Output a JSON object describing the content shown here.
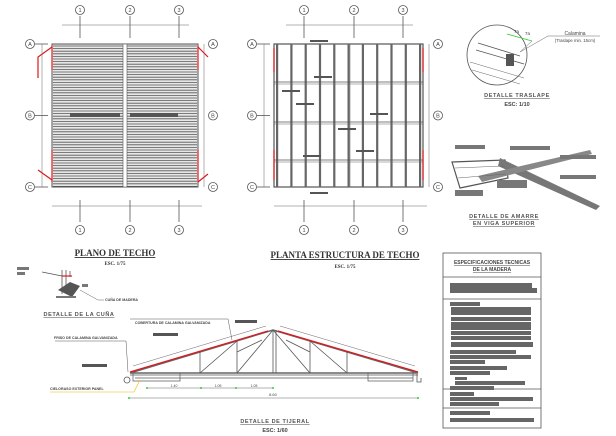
{
  "colors": {
    "line": "#555555",
    "accent_red": "#e0161b",
    "dim_green": "#33cc33",
    "title_underline": "#c89640"
  },
  "plano_techo": {
    "title": "PLANO DE TECHO",
    "scale": "ESC. 1/75",
    "axes_columns": [
      "1",
      "2",
      "3"
    ],
    "axes_rows": [
      "A",
      "B",
      "C"
    ]
  },
  "planta_estructura": {
    "title": "PLANTA ESTRUCTURA DE TECHO",
    "scale": "ESC. 1/75",
    "axes_columns": [
      "1",
      "2",
      "3"
    ],
    "axes_rows": [
      "A",
      "B",
      "C"
    ]
  },
  "detalle_traslape": {
    "title": "DETALLE TRASLAPE",
    "scale": "ESC: 1/10",
    "label_1": "Calamina",
    "label_2": "(Traslape min. 15cm)",
    "dims": [
      "7a",
      "7a"
    ]
  },
  "detalle_amarre": {
    "title_line1": "DETALLE DE AMARRE",
    "title_line2": "EN VIGA SUPERIOR"
  },
  "detalle_cuna": {
    "title": "DETALLE DE LA CUÑA",
    "label_cuna": "CUÑA DE MADERA"
  },
  "detalle_tijeral": {
    "title": "DETALLE DE TIJERAL",
    "scale": "ESC: 1/60",
    "label_cobertura": "COBERTURA DE CALAMINA GALVANIZADA",
    "label_friso": "FRISO DE CALAMINA GALVANIZADA",
    "label_cielo": "CIELORASO EXTERIOR PANEL",
    "base_dims": [
      "1.40",
      "1.05",
      "1.05"
    ],
    "total_dim": "8.60"
  },
  "especificaciones": {
    "title_line1": "ESPECIFICACIONES TECNICAS",
    "title_line2": "DE LA MADERA"
  }
}
